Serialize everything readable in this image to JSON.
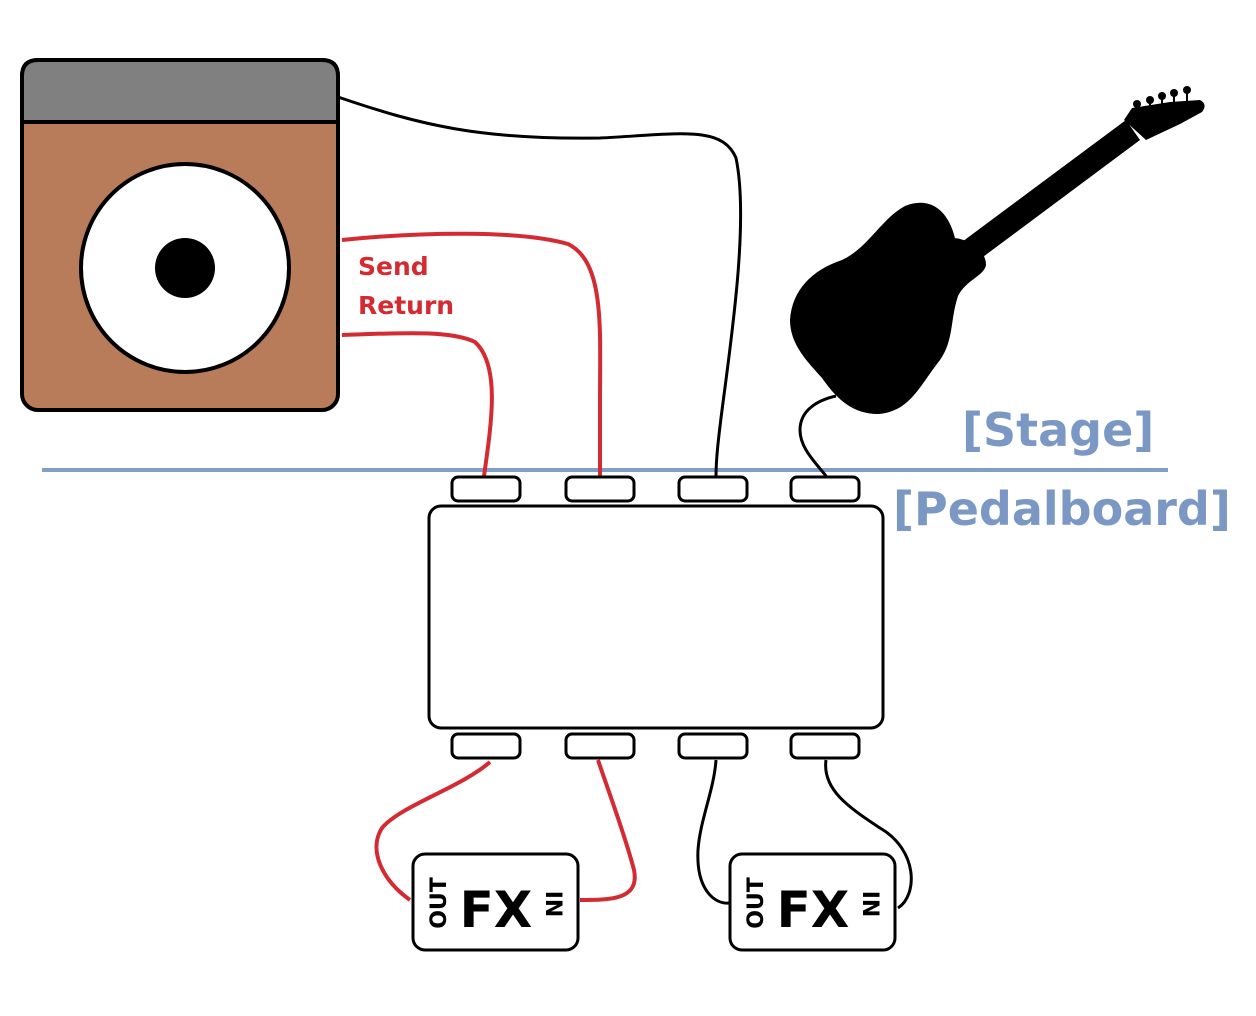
{
  "labels": {
    "send": "Send",
    "return": "Return",
    "stage": "[Stage]",
    "pedalboard": "[Pedalboard]"
  },
  "pedals": [
    {
      "out": "OUT",
      "title": "FX",
      "in": "IN"
    },
    {
      "out": "OUT",
      "title": "FX",
      "in": "IN"
    }
  ],
  "colors": {
    "amp_head": "#808080",
    "amp_cabinet": "#b87c5a",
    "speaker_cone": "#ffffff",
    "fx_loop_cable": "#d42a32",
    "cable": "#000000",
    "zone_text": "#7b97c4",
    "divider": "#7f9fc9",
    "guitar": "#000000"
  },
  "icons": {
    "amp": "amp-icon",
    "guitar": "electric-guitar-icon"
  }
}
